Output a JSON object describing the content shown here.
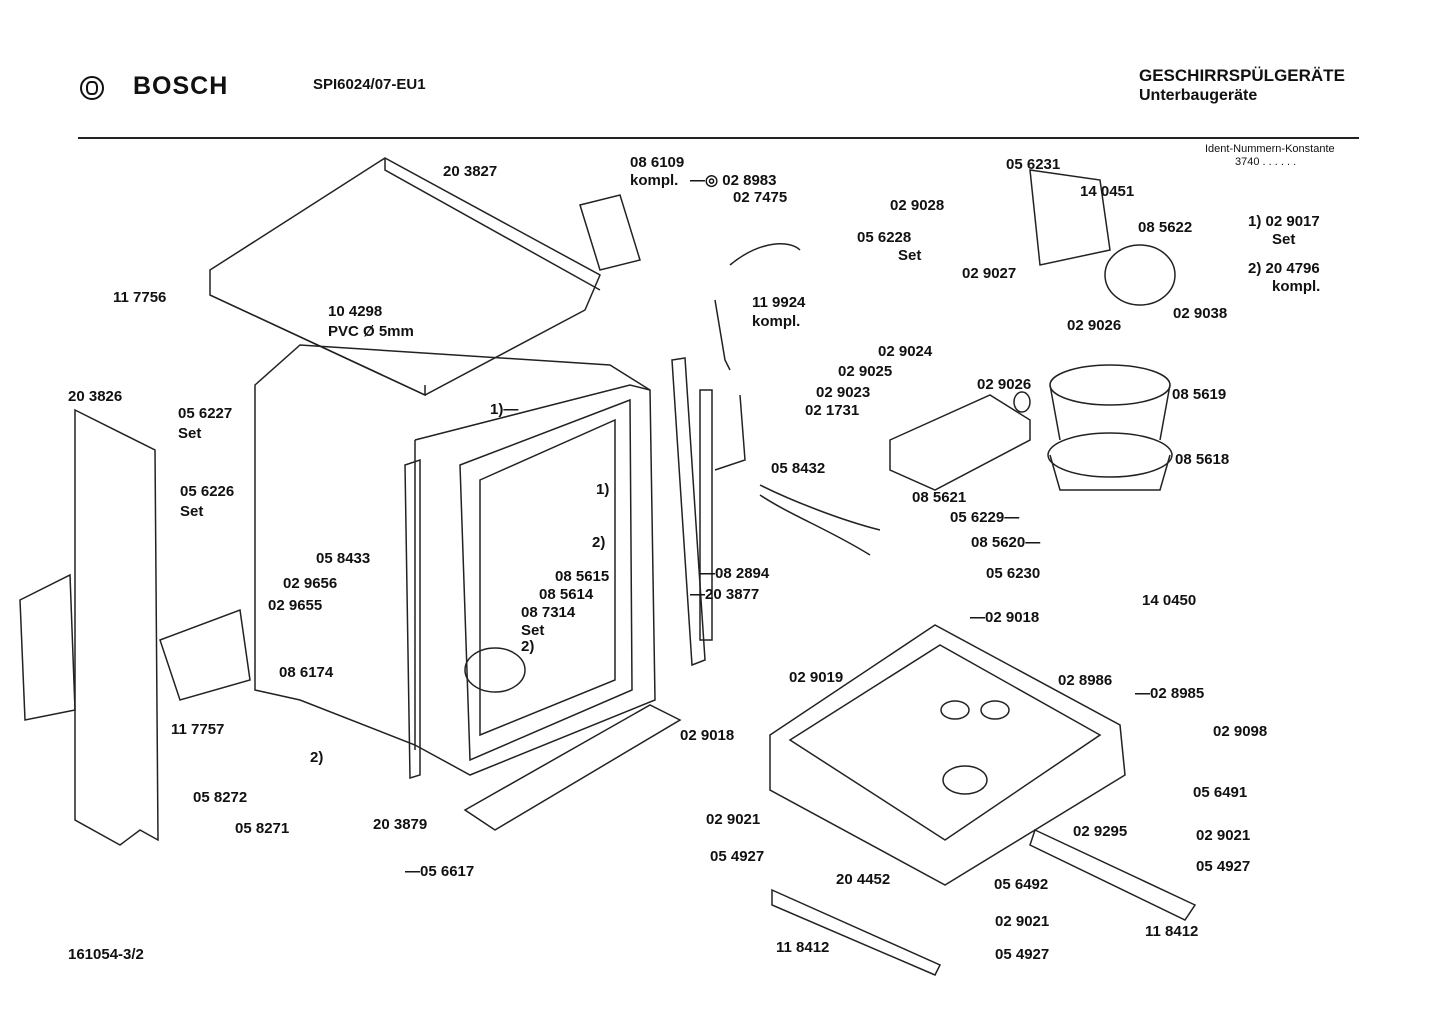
{
  "header": {
    "brand": "BOSCH",
    "model": "SPI6024/07-EU1",
    "title": "GESCHIRRSPÜLGERÄTE",
    "subtitle": "Unterbaugeräte",
    "ident_label": "Ident-Nummern-Konstante",
    "ident_value": "3740  . .   . . . ."
  },
  "labels": [
    "20 3827",
    "11 7756",
    "10 4298",
    "PVC Ø 5mm",
    "20 3826",
    "05 6227",
    "Set",
    "05 6226",
    "Set",
    "05 8433",
    "02 9656",
    "02 9655",
    "08 6174",
    "11 7757",
    "05 8272",
    "05 8271",
    "2)",
    "20 3879",
    "—05 6617",
    "161054-3/2",
    "08 6109",
    "kompl.",
    "—◎ 02 8983",
    "02 7475",
    "11 9924",
    "kompl.",
    "1)—",
    "1)",
    "2)",
    "08 5615",
    "08 5614",
    "08 7314",
    "Set",
    "2)",
    "—08 2894",
    "—20 3877",
    "05 8432",
    "05 6231",
    "14 0451",
    "02 9028",
    "05 6228",
    "Set",
    "08 5622",
    "02 9027",
    "02 9026",
    "02 9038",
    "1) 02 9017",
    "Set",
    "2) 20 4796",
    "kompl.",
    "02 9024",
    "02 9025",
    "02 9023",
    "02 1731",
    "02 9026",
    "08 5619",
    "08 5618",
    "08 5621",
    "05 6229—",
    "08 5620—",
    "05 6230",
    "14 0450",
    "—02 9018",
    "02 9019",
    "02 8986",
    "—02 8985",
    "02 9018",
    "02 9098",
    "05 6491",
    "02 9021",
    "05 4927",
    "20 4452",
    "02 9295",
    "02 9021",
    "05 4927",
    "05 6492",
    "02 9021",
    "05 4927",
    "11 8412",
    "11 8412"
  ]
}
